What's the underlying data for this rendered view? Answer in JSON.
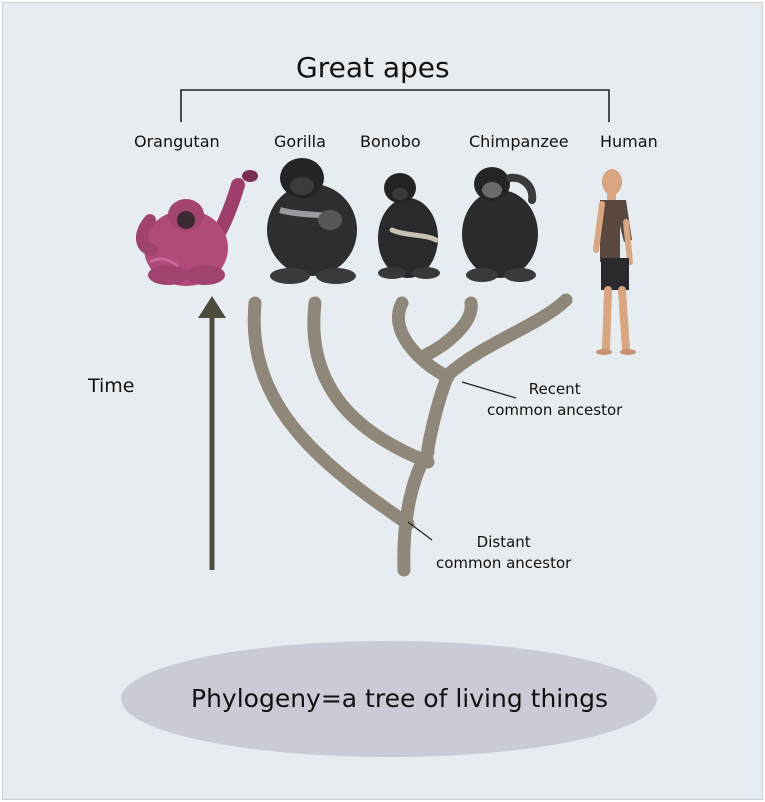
{
  "title": "Great apes",
  "species": [
    {
      "id": "orangutan",
      "label": "Orangutan"
    },
    {
      "id": "gorilla",
      "label": "Gorilla"
    },
    {
      "id": "bonobo",
      "label": "Bonobo"
    },
    {
      "id": "chimpanzee",
      "label": "Chimpanzee"
    },
    {
      "id": "human",
      "label": "Human"
    }
  ],
  "time_label": "Time",
  "recent_ancestor": {
    "line1": "Recent",
    "line2": "common ancestor"
  },
  "distant_ancestor": {
    "line1": "Distant",
    "line2": "common ancestor"
  },
  "caption": "Phylogeny=a tree of living things",
  "colors": {
    "background": "#e7ecf0",
    "branch": "#8f887a",
    "arrow": "#4d4a3e",
    "caption_ellipse": "#c9ccd4",
    "orangutan": "#b04a78",
    "ape_dark": "#2c2c2e",
    "human_skin": "#d8a680",
    "human_shirt": "#5a4840",
    "human_shorts": "#2a2a2e"
  }
}
